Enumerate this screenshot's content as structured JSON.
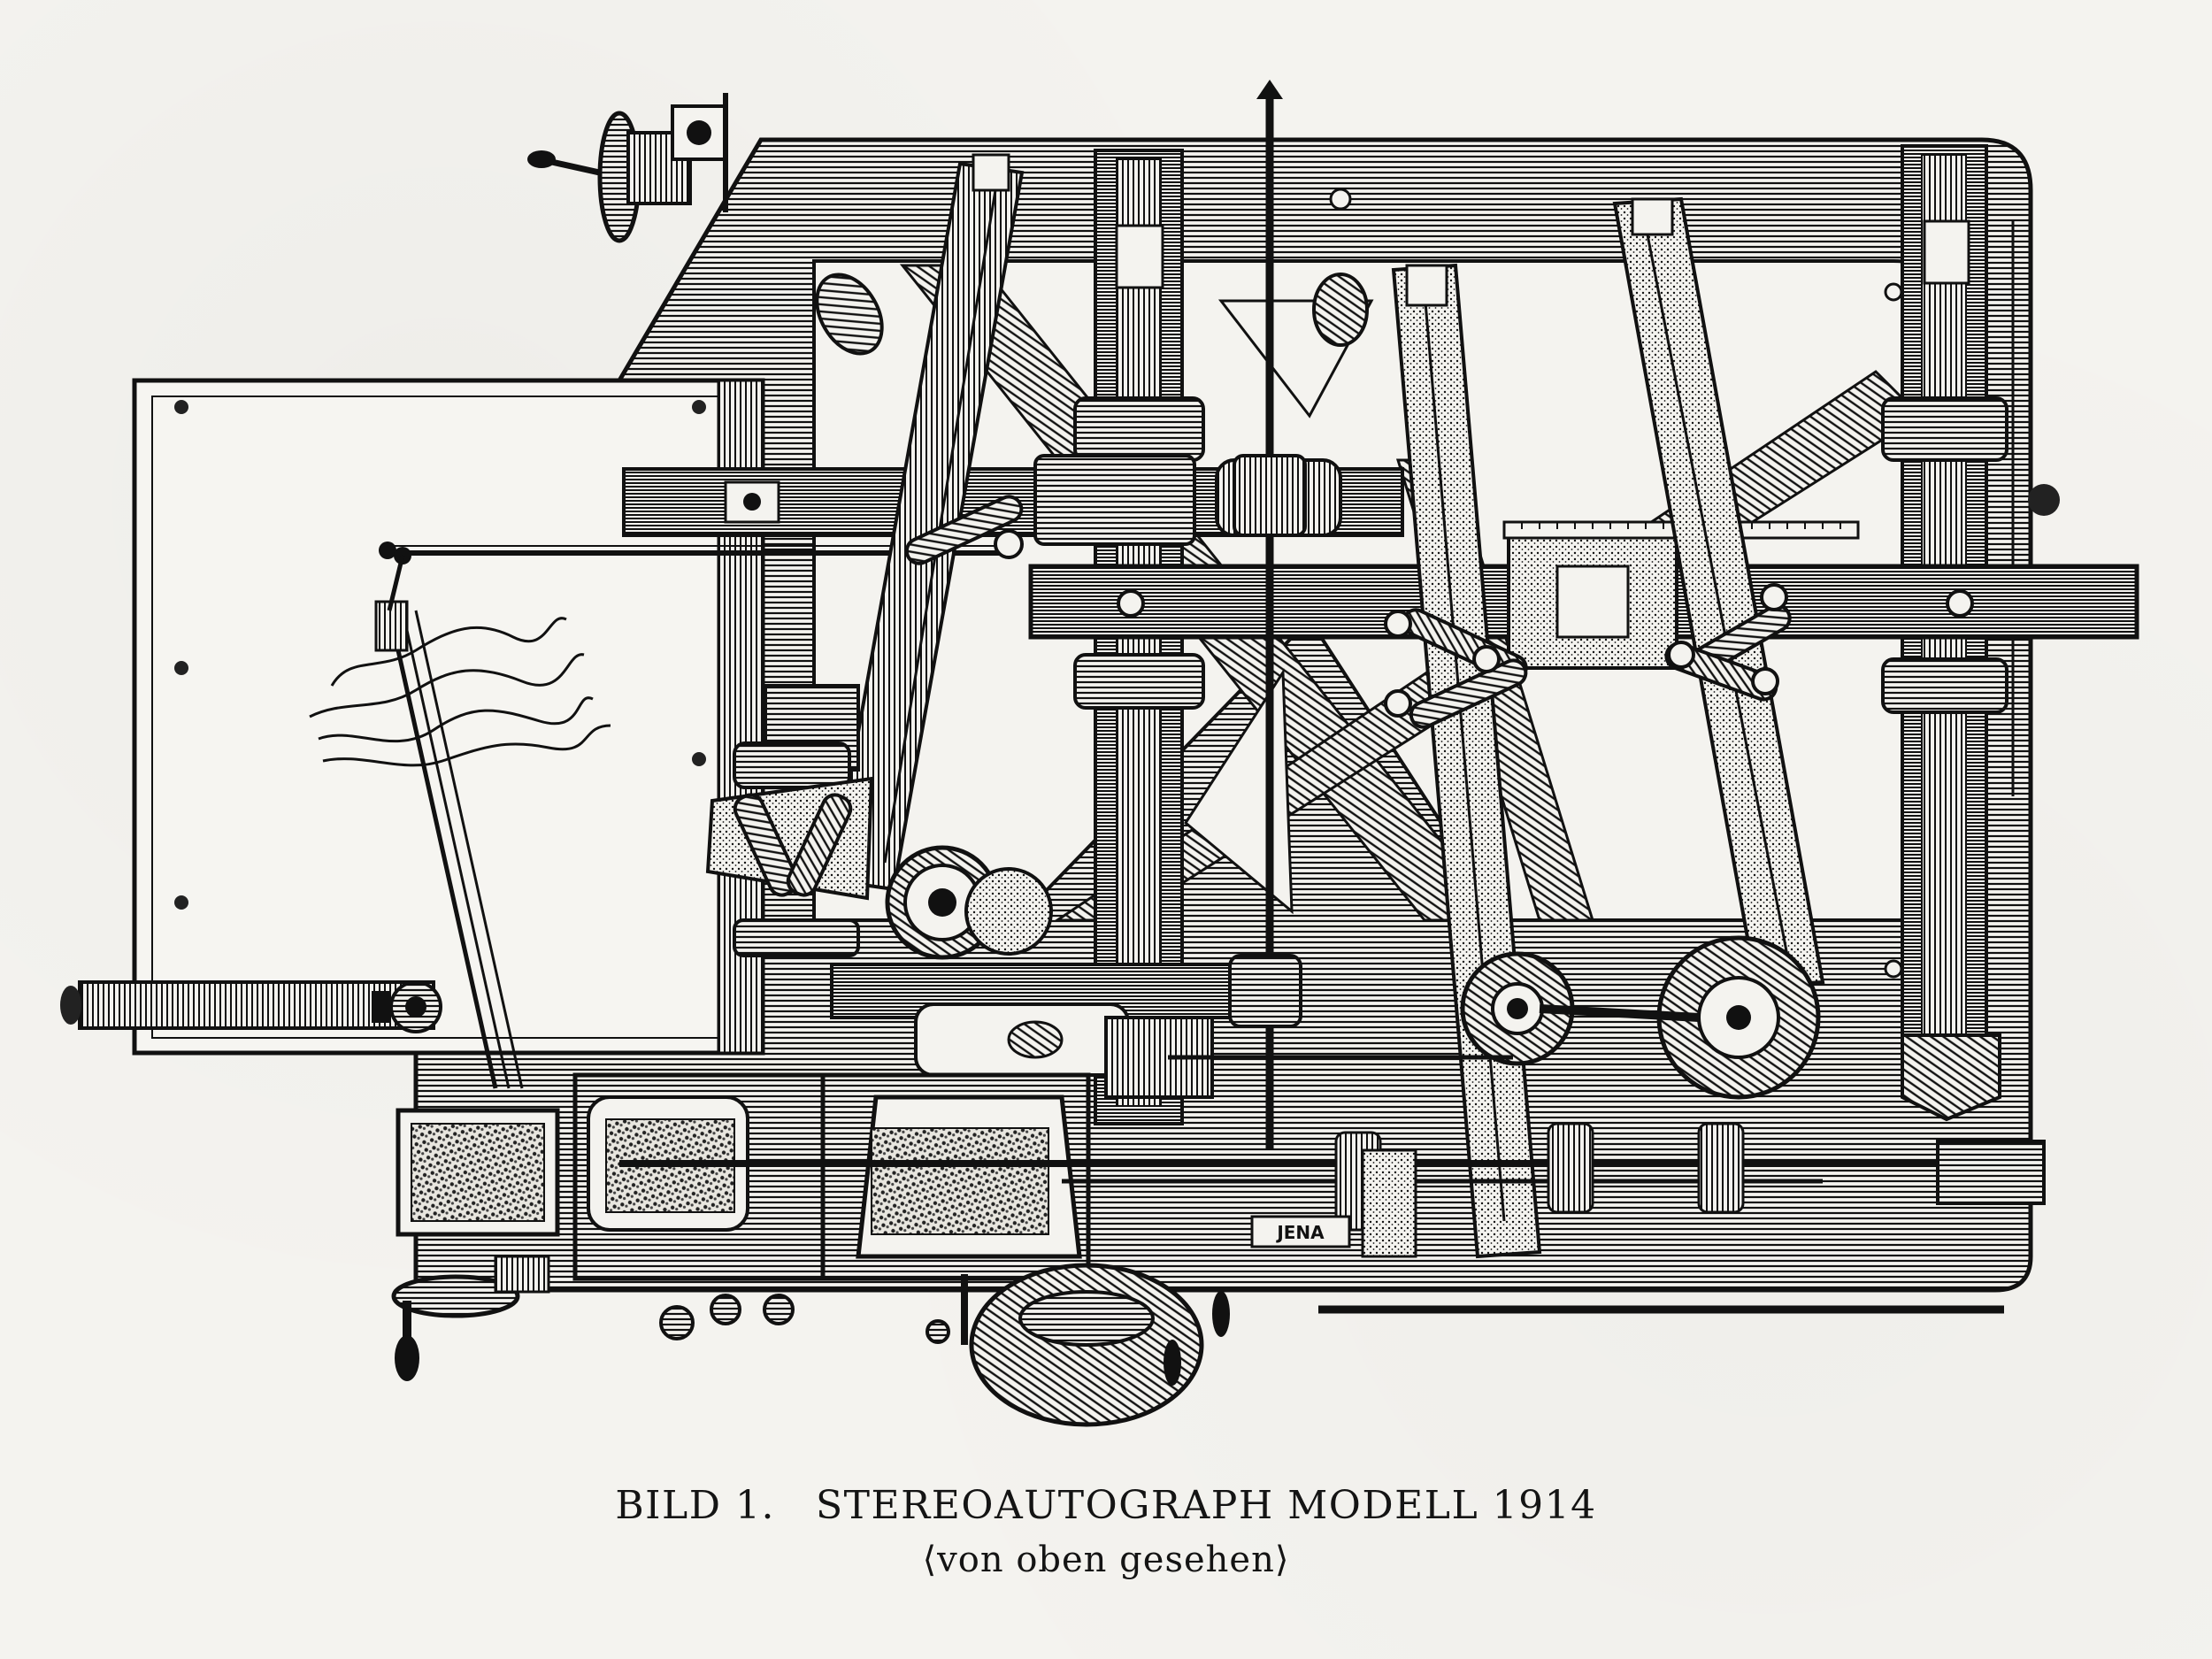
{
  "caption": {
    "figure_label": "BILD 1.",
    "title": "STEREOAUTOGRAPH MODELL 1914",
    "subtitle": "⟨von oben gesehen⟩"
  },
  "engraving": {
    "nameplate_text": "JENA",
    "ink_color": "#111111",
    "paper_color": "#f4f3ef"
  }
}
